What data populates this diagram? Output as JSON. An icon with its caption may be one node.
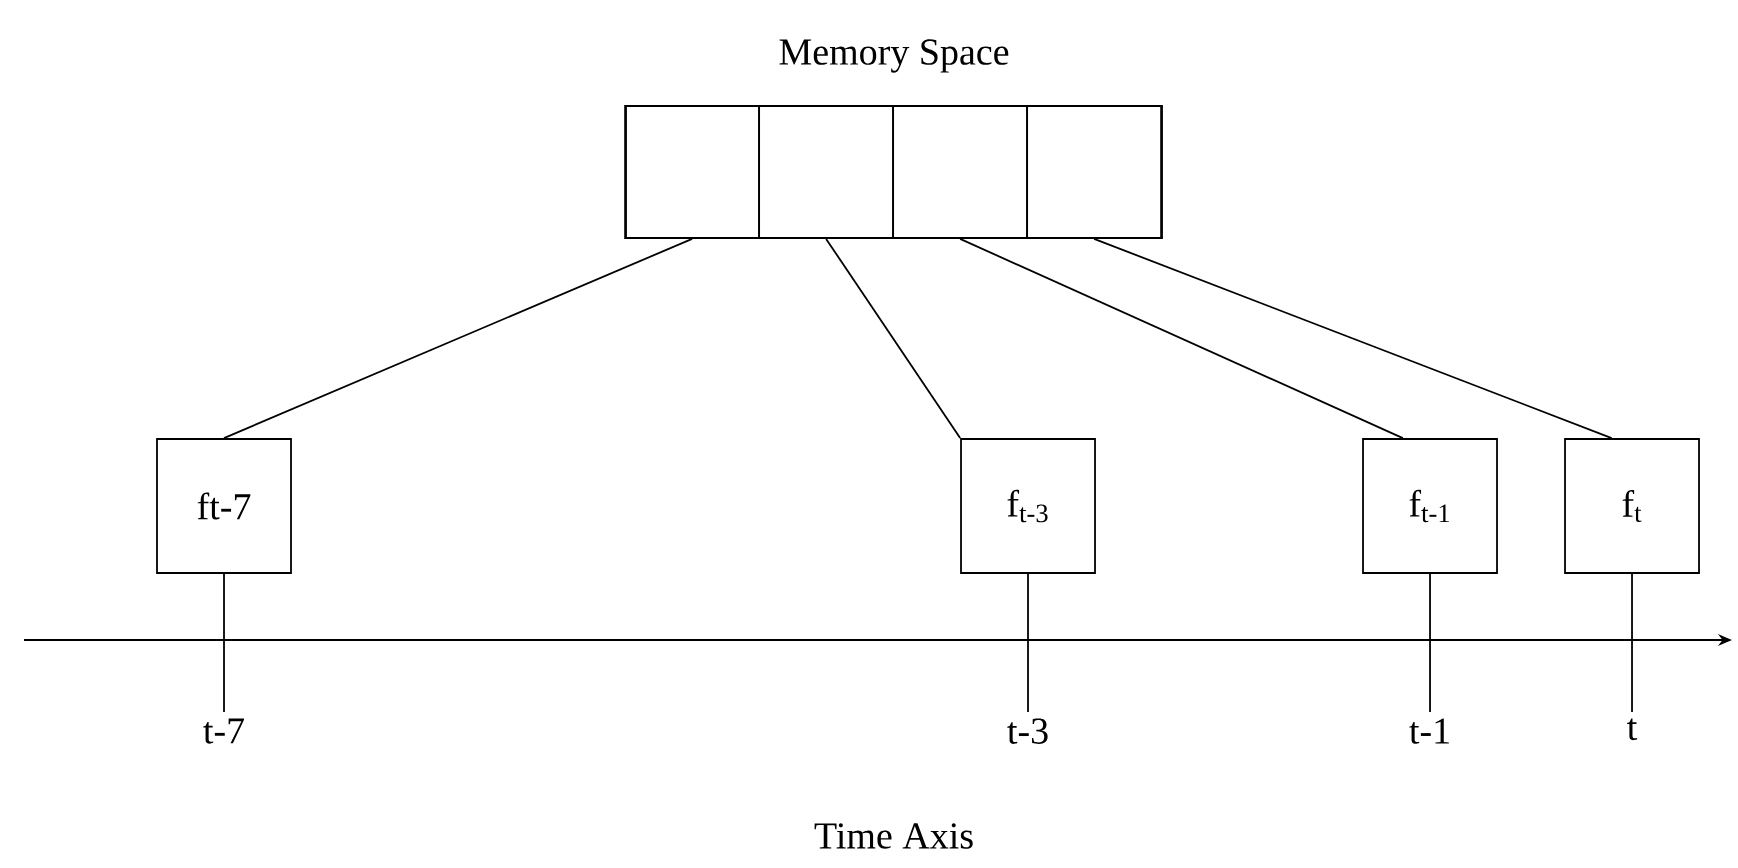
{
  "diagram": {
    "nodes": [
      {
        "text": [
          "Memory Space"
        ]
      },
      {
        "text": [],
        "shape": "box",
        "in": 0
      },
      {
        "text": [],
        "shape": "box",
        "in": 0
      },
      {
        "text": [],
        "shape": "box",
        "in": 0
      },
      {
        "text": [],
        "shape": "box",
        "in": 0
      },
      {
        "text": [
          "ft-7"
        ]
      },
      {
        "text": [
          "f$_{t-3}$"
        ]
      },
      {
        "text": [
          "f$_{t-1}$"
        ]
      },
      {
        "text": [
          "f$_{t}$"
        ]
      },
      {
        "text": [
          "t-7"
        ]
      },
      {
        "text": [
          "t-3"
        ]
      },
      {
        "text": [
          "t-1"
        ]
      },
      {
        "text": [
          "t"
        ]
      }
    ],
    "edges": [
      {
        "from": 1,
        "to": 5,
        "arrow": "none"
      },
      {
        "from": 2,
        "to": 6,
        "arrow": "none"
      },
      {
        "from": 3,
        "to": 7,
        "arrow": "none"
      },
      {
        "from": 4,
        "to": 8,
        "arrow": "none"
      },
      {
        "from": 5,
        "to": 9,
        "arrow": "none"
      },
      {
        "from": 6,
        "to": 10,
        "arrow": "none"
      },
      {
        "from": 7,
        "to": 11,
        "arrow": "none"
      },
      {
        "from": 8,
        "to": 12,
        "arrow": "none"
      }
    ],
    "labels": [
      "Time Axis"
    ]
  }
}
